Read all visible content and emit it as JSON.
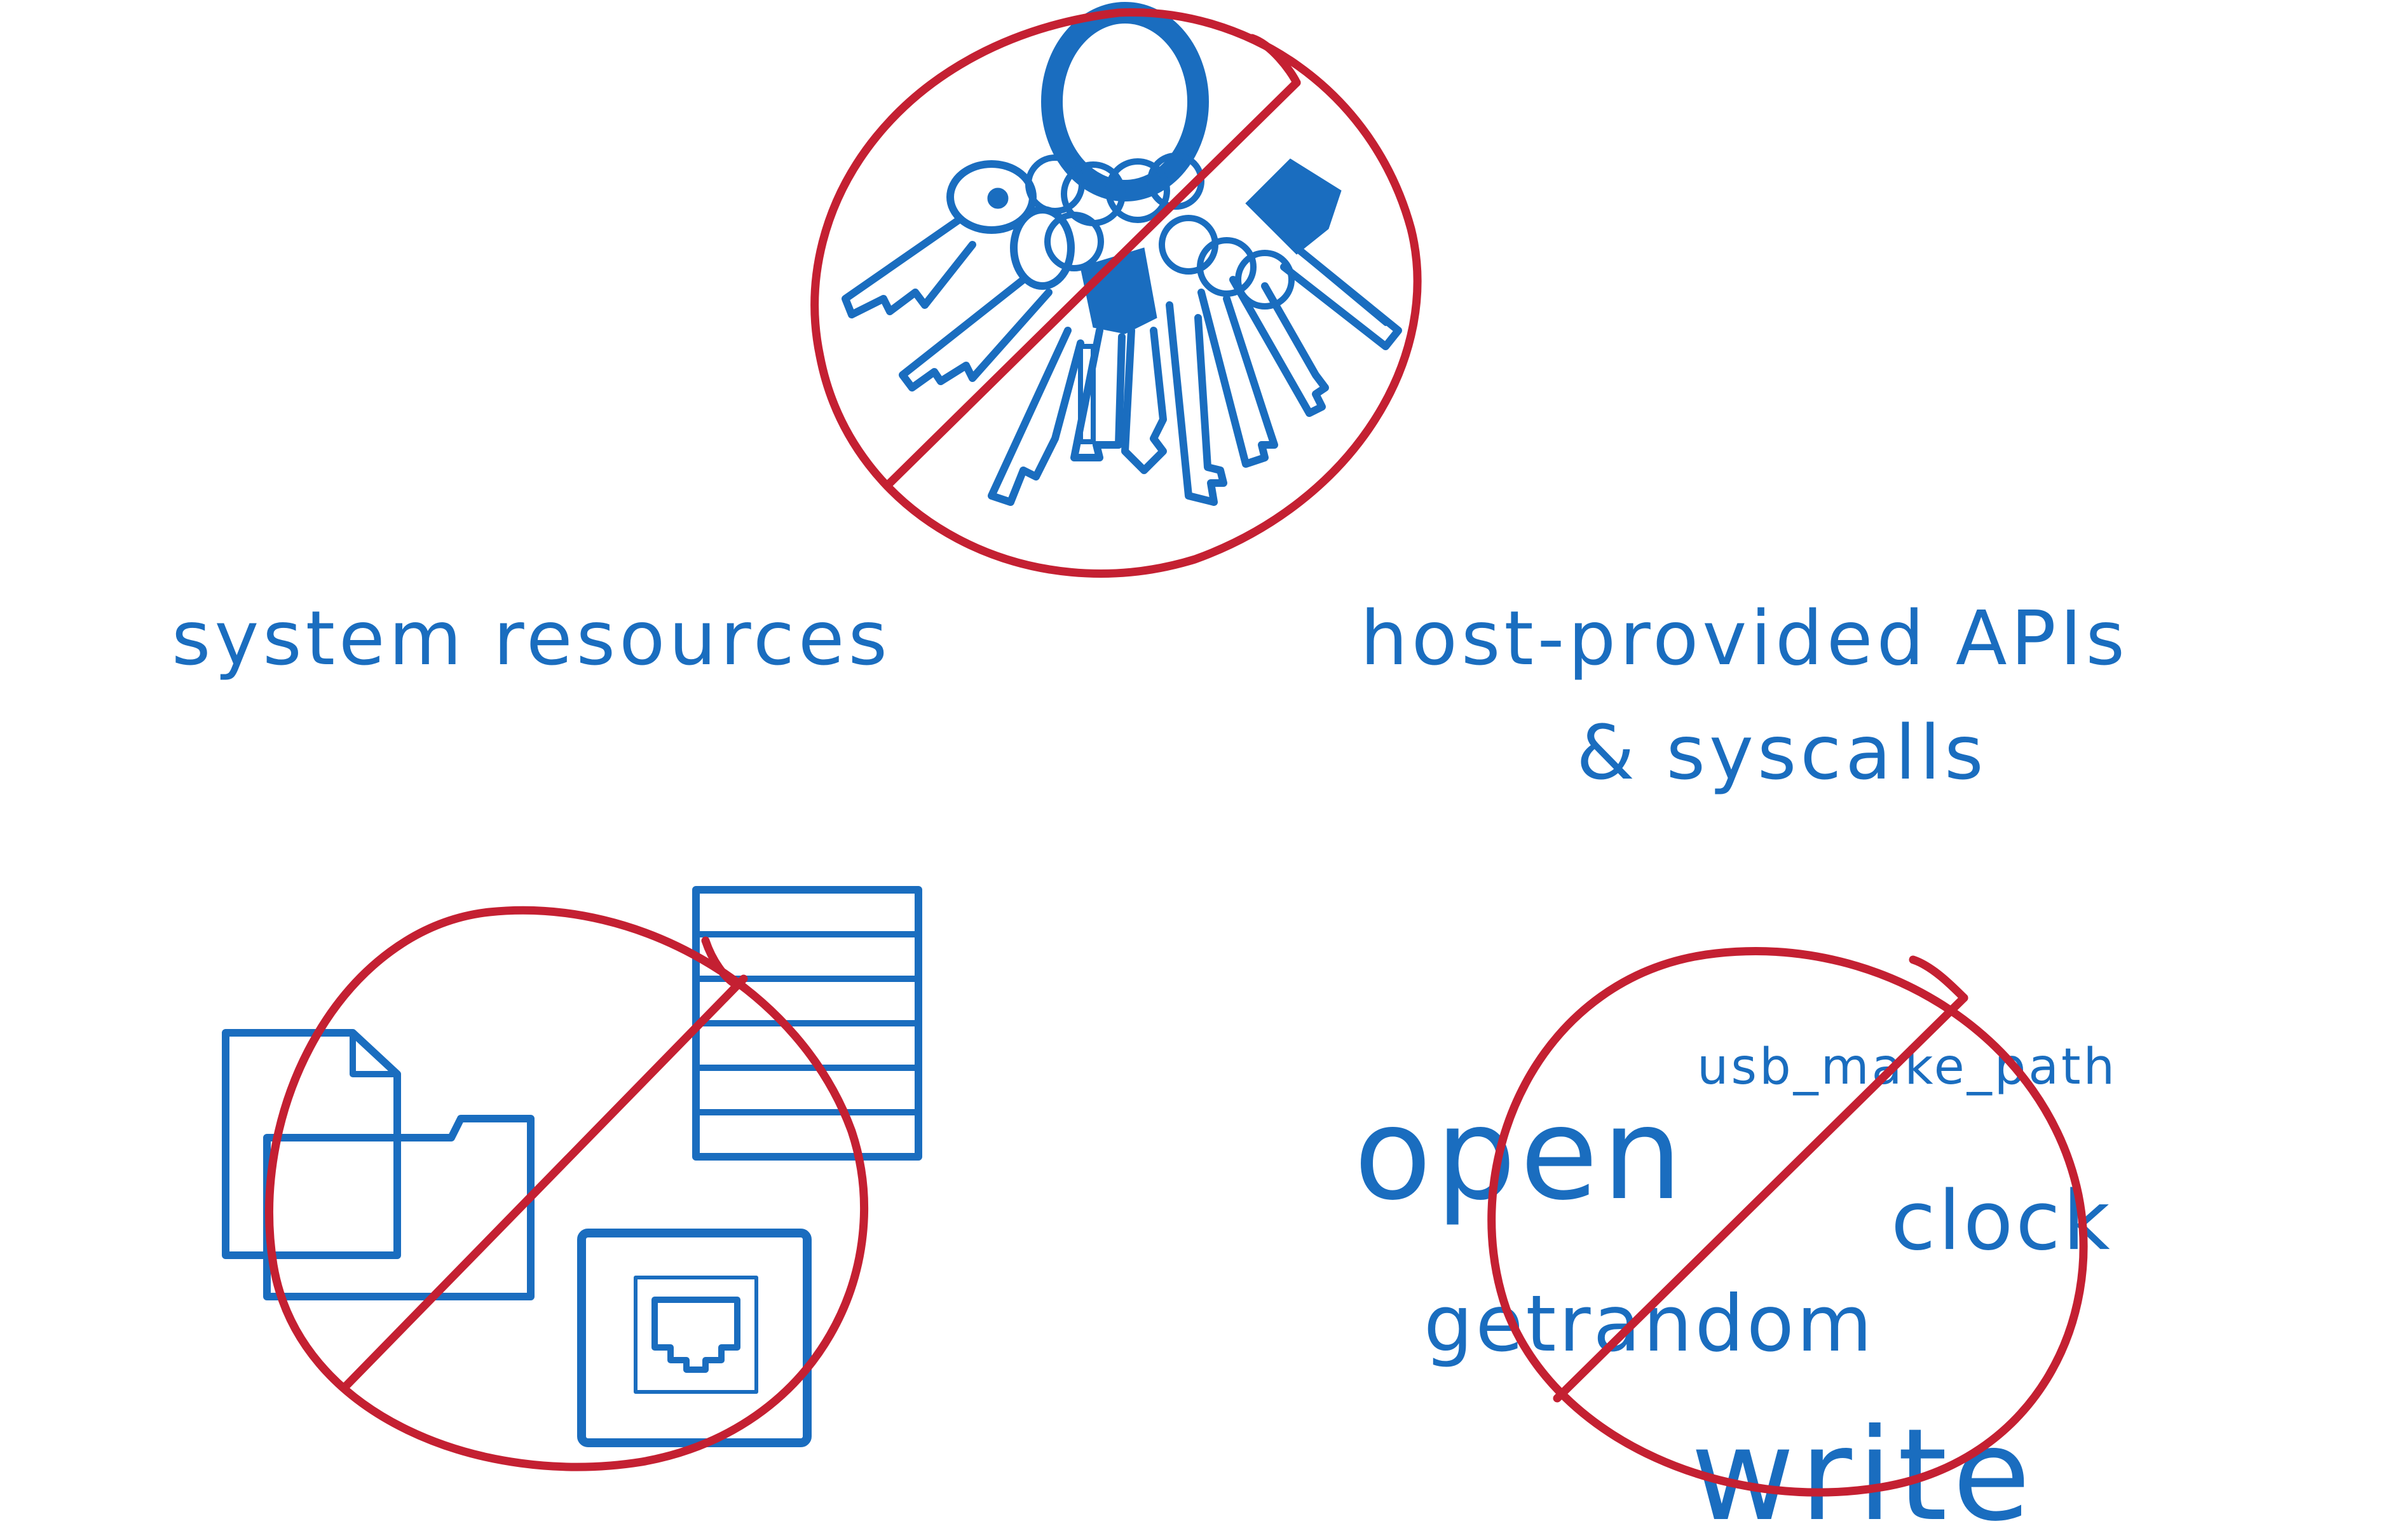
{
  "labels": {
    "system_resources": "system resources",
    "host_apis_line1": "host-provided APIs",
    "host_apis_line2": "& syscalls"
  },
  "api_words": {
    "open": "open",
    "usb_make_path": "usb_make_path",
    "clock": "clock",
    "getrandom": "getrandom",
    "write": "write"
  },
  "colors": {
    "ink_blue": "#1a6dbf",
    "prohibit_red": "#c42032",
    "background": "#ffffff"
  },
  "icons": {
    "top": "keyring-icon",
    "bottom_left": "files-network-icon",
    "bottom_right": "syscall-words-icon",
    "prohibit": "no-symbol-icon"
  }
}
